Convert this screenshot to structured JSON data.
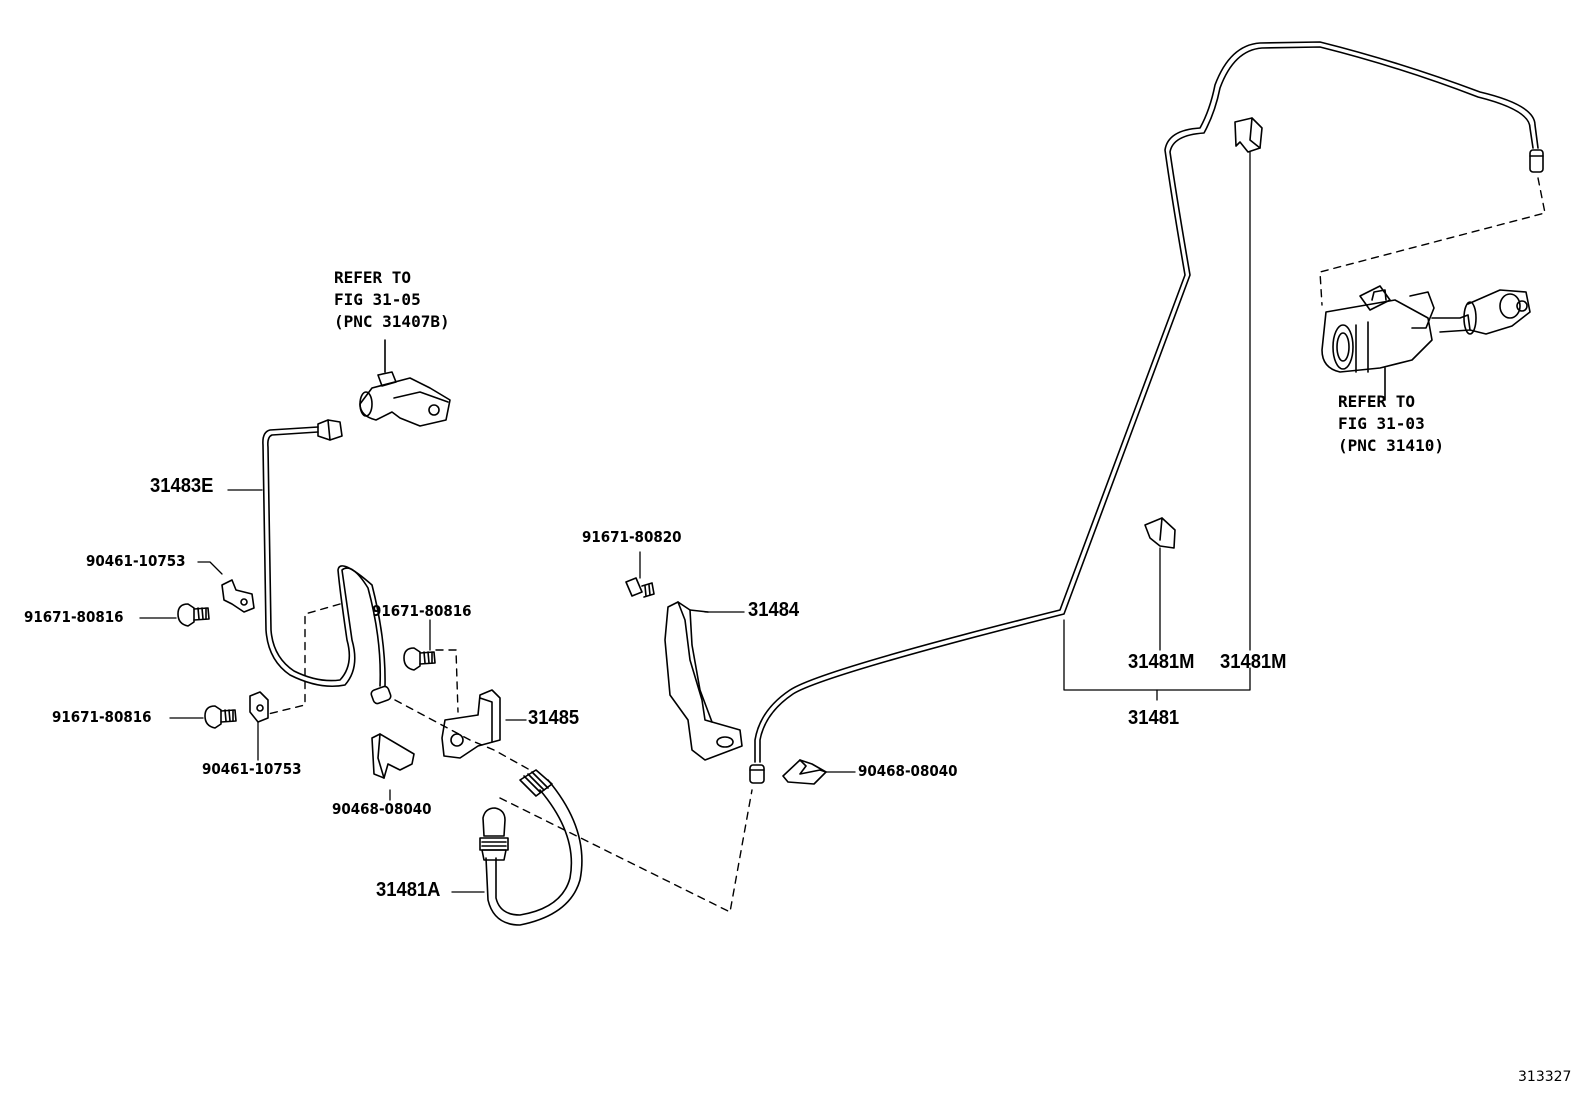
{
  "notes": {
    "fig3105": [
      "REFER TO",
      "FIG 31-05",
      "(PNC 31407B)"
    ],
    "fig3103": [
      "REFER TO",
      "FIG 31-03",
      "(PNC 31410)"
    ]
  },
  "labels": {
    "p31483e": "31483E",
    "p90461_top": "90461-10753",
    "p91671_left": "91671-80816",
    "p91671_mid": "91671-80816",
    "p91671_bot": "91671-80816",
    "p90461_bot": "90461-10753",
    "p90468_left": "90468-08040",
    "p31485": "31485",
    "p31481a": "31481A",
    "p91671_80820": "91671-80820",
    "p31484": "31484",
    "p90468_right": "90468-08040",
    "p31481m_a": "31481M",
    "p31481m_b": "31481M",
    "p31481": "31481"
  },
  "figure_number": "313327",
  "colors": {
    "line": "#000000",
    "background": "#ffffff"
  }
}
